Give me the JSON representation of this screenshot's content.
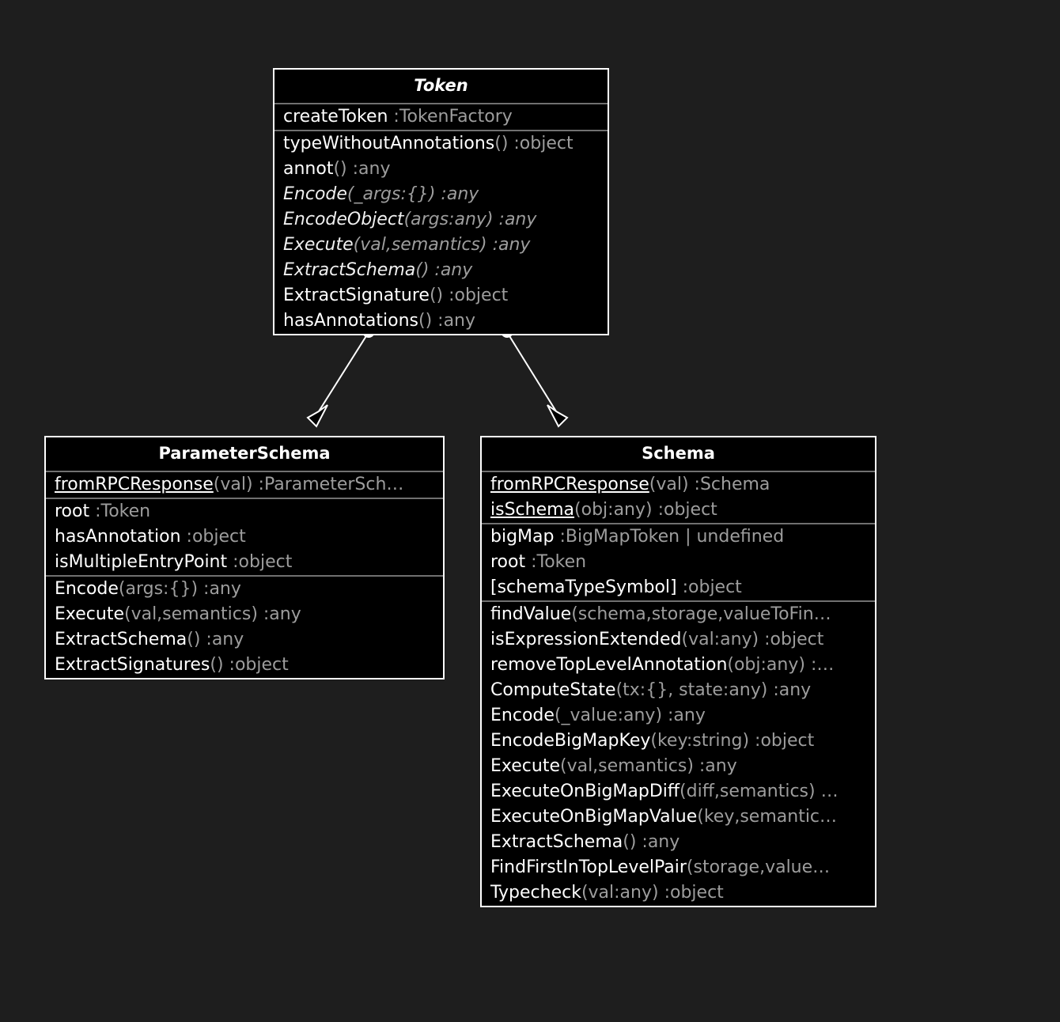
{
  "diagram": {
    "kind": "uml-class-diagram",
    "background_color": "#1e1e1e",
    "box_fill_color": "#000000",
    "box_border_color": "#ffffff",
    "separator_color": "#707070",
    "member_name_color": "#ffffff",
    "member_signature_color": "#9d9d9d"
  },
  "classes": {
    "token": {
      "name": "Token",
      "abstract": true,
      "compartments": [
        {
          "members": [
            {
              "name": "createToken",
              "sig": " :TokenFactory",
              "abstract": false,
              "static": false
            }
          ]
        },
        {
          "members": [
            {
              "name": "typeWithoutAnnotations",
              "sig": "() :object",
              "abstract": false,
              "static": false
            },
            {
              "name": "annot",
              "sig": "() :any",
              "abstract": false,
              "static": false
            },
            {
              "name": "Encode",
              "sig": "(_args:{}) :any",
              "abstract": true,
              "static": false
            },
            {
              "name": "EncodeObject",
              "sig": "(args:any) :any",
              "abstract": true,
              "static": false
            },
            {
              "name": "Execute",
              "sig": "(val,semantics) :any",
              "abstract": true,
              "static": false
            },
            {
              "name": "ExtractSchema",
              "sig": "() :any",
              "abstract": true,
              "static": false
            },
            {
              "name": "ExtractSignature",
              "sig": "() :object",
              "abstract": false,
              "static": false
            },
            {
              "name": "hasAnnotations",
              "sig": "() :any",
              "abstract": false,
              "static": false
            }
          ]
        }
      ]
    },
    "parameterschema": {
      "name": "ParameterSchema",
      "abstract": false,
      "compartments": [
        {
          "members": [
            {
              "name": "fromRPCResponse",
              "sig": "(val) :ParameterSch…",
              "abstract": false,
              "static": true
            }
          ]
        },
        {
          "members": [
            {
              "name": "root",
              "sig": " :Token",
              "abstract": false,
              "static": false
            },
            {
              "name": "hasAnnotation",
              "sig": " :object",
              "abstract": false,
              "static": false
            },
            {
              "name": "isMultipleEntryPoint",
              "sig": " :object",
              "abstract": false,
              "static": false
            }
          ]
        },
        {
          "members": [
            {
              "name": "Encode",
              "sig": "(args:{}) :any",
              "abstract": false,
              "static": false
            },
            {
              "name": "Execute",
              "sig": "(val,semantics) :any",
              "abstract": false,
              "static": false
            },
            {
              "name": "ExtractSchema",
              "sig": "() :any",
              "abstract": false,
              "static": false
            },
            {
              "name": "ExtractSignatures",
              "sig": "() :object",
              "abstract": false,
              "static": false
            }
          ]
        }
      ]
    },
    "schema": {
      "name": "Schema",
      "abstract": false,
      "compartments": [
        {
          "members": [
            {
              "name": "fromRPCResponse",
              "sig": "(val) :Schema",
              "abstract": false,
              "static": true
            },
            {
              "name": "isSchema",
              "sig": "(obj:any) :object",
              "abstract": false,
              "static": true
            }
          ]
        },
        {
          "members": [
            {
              "name": "bigMap",
              "sig": " :BigMapToken | undefined",
              "abstract": false,
              "static": false
            },
            {
              "name": "root",
              "sig": " :Token",
              "abstract": false,
              "static": false
            },
            {
              "name": "[schemaTypeSymbol]",
              "sig": " :object",
              "abstract": false,
              "static": false
            }
          ]
        },
        {
          "members": [
            {
              "name": "findValue",
              "sig": "(schema,storage,valueToFin…",
              "abstract": false,
              "static": false
            },
            {
              "name": "isExpressionExtended",
              "sig": "(val:any) :object",
              "abstract": false,
              "static": false
            },
            {
              "name": "removeTopLevelAnnotation",
              "sig": "(obj:any) :…",
              "abstract": false,
              "static": false
            },
            {
              "name": "ComputeState",
              "sig": "(tx:{}, state:any) :any",
              "abstract": false,
              "static": false
            },
            {
              "name": "Encode",
              "sig": "(_value:any) :any",
              "abstract": false,
              "static": false
            },
            {
              "name": "EncodeBigMapKey",
              "sig": "(key:string) :object",
              "abstract": false,
              "static": false
            },
            {
              "name": "Execute",
              "sig": "(val,semantics) :any",
              "abstract": false,
              "static": false
            },
            {
              "name": "ExecuteOnBigMapDiff",
              "sig": "(diff,semantics) …",
              "abstract": false,
              "static": false
            },
            {
              "name": "ExecuteOnBigMapValue",
              "sig": "(key,semantic…",
              "abstract": false,
              "static": false
            },
            {
              "name": "ExtractSchema",
              "sig": "() :any",
              "abstract": false,
              "static": false
            },
            {
              "name": "FindFirstInTopLevelPair",
              "sig": "(storage,value…",
              "abstract": false,
              "static": false
            },
            {
              "name": "Typecheck",
              "sig": "(val:any) :object",
              "abstract": false,
              "static": false
            }
          ]
        }
      ]
    }
  },
  "relationships": [
    {
      "id": "token-parameterschema",
      "type": "aggregation",
      "source": "Token",
      "target": "ParameterSchema",
      "source_marker": "filled-circle",
      "target_marker": "hollow-diamond"
    },
    {
      "id": "token-schema",
      "type": "aggregation",
      "source": "Token",
      "target": "Schema",
      "source_marker": "filled-circle",
      "target_marker": "hollow-diamond"
    }
  ]
}
